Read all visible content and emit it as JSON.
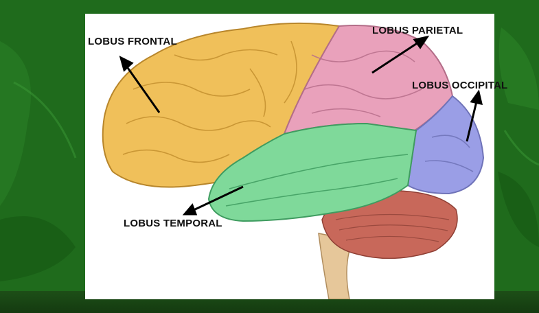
{
  "labels": {
    "frontal": "LOBUS FRONTAL",
    "parietal": "LOBUS PARIETAL",
    "occipital": "LOBUS OCCIPITAL",
    "temporal": "LOBUS TEMPORAL"
  },
  "colors": {
    "background_green": "#1f6b1c",
    "frontal": "#f0c05a",
    "parietal": "#e9a1bb",
    "occipital": "#9a9ee6",
    "temporal": "#7fd99a",
    "cerebellum": "#c8685a",
    "brainstem": "#e6c79a",
    "arrow": "#000000"
  }
}
